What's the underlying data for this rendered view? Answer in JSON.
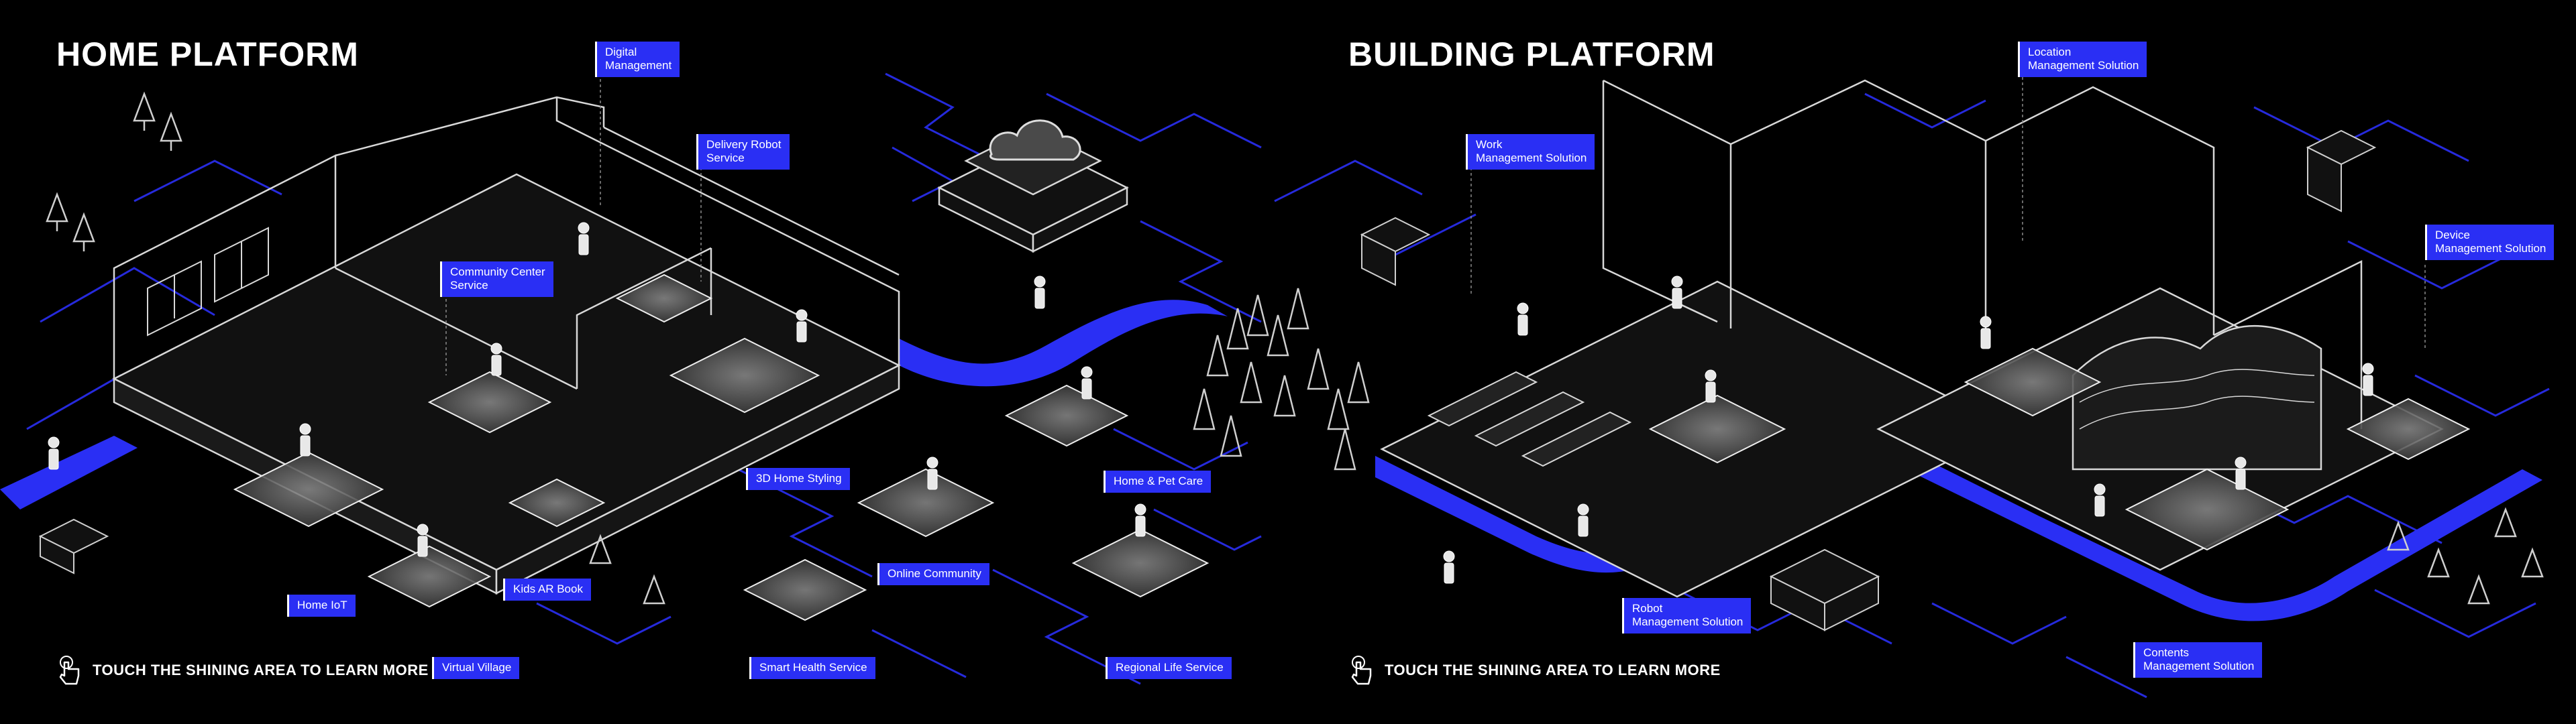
{
  "home": {
    "title": "HOME PLATFORM",
    "hint": "TOUCH THE SHINING AREA TO LEARN MORE",
    "hotspots": {
      "digital_management": [
        "Digital",
        "Management"
      ],
      "delivery_robot": [
        "Delivery Robot",
        "Service"
      ],
      "community_center": [
        "Community Center",
        "Service"
      ],
      "home_iot": [
        "Home IoT"
      ],
      "virtual_village": [
        "Virtual Village"
      ],
      "kids_ar_book": [
        "Kids AR Book"
      ],
      "home_styling": [
        "3D Home Styling"
      ],
      "online_community": [
        "Online Community"
      ],
      "smart_health": [
        "Smart Health Service"
      ],
      "home_pet_care": [
        "Home & Pet Care"
      ],
      "regional_life": [
        "Regional Life Service"
      ]
    }
  },
  "building": {
    "title": "BUILDING PLATFORM",
    "hint": "TOUCH THE SHINING AREA TO LEARN MORE",
    "hotspots": {
      "work_management": [
        "Work",
        "Management Solution"
      ],
      "location_management": [
        "Location",
        "Management Solution"
      ],
      "device_management": [
        "Device",
        "Management Solution"
      ],
      "robot_management": [
        "Robot",
        "Management Solution"
      ],
      "contents_management": [
        "Contents",
        "Management Solution"
      ]
    }
  },
  "icons": {
    "hint": "touch-hand-icon",
    "cloud": "cloud-icon"
  },
  "colors": {
    "background": "#000000",
    "accent_blue": "#2a2ff4",
    "line_art": "#d8d8d8"
  }
}
